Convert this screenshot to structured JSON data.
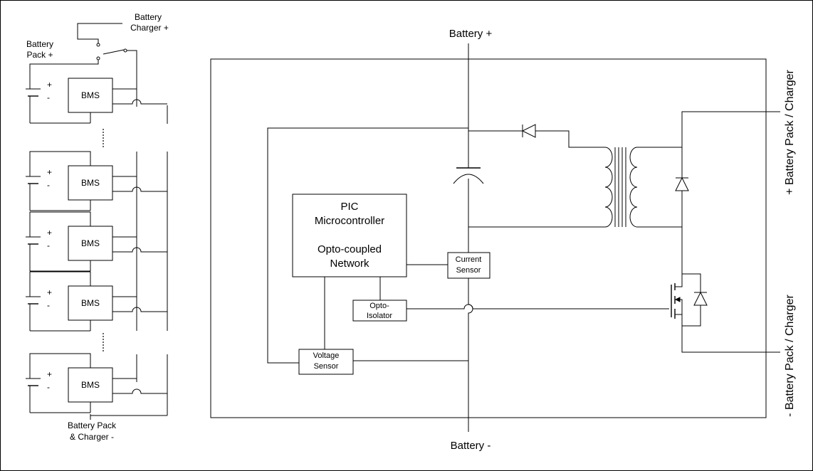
{
  "left_stack": {
    "charger_label": [
      "Battery",
      "Charger +"
    ],
    "pack_label": [
      "Battery",
      "Pack +"
    ],
    "bottom_label": [
      "Battery Pack",
      "& Charger -"
    ],
    "cell_plus": "+",
    "cell_minus": "-",
    "bms_label": "BMS"
  },
  "terminals": {
    "battery_plus": "Battery +",
    "battery_minus": "Battery -",
    "pack_plus": "+ Battery Pack / Charger",
    "pack_minus": "- Battery Pack / Charger"
  },
  "blocks": {
    "pic": [
      "PIC",
      "Microcontroller",
      "",
      "Opto-coupled",
      "Network"
    ],
    "current_sensor": [
      "Current",
      "Sensor"
    ],
    "opto_isolator": [
      "Opto-",
      "Isolator"
    ],
    "voltage_sensor": [
      "Voltage",
      "Sensor"
    ]
  }
}
